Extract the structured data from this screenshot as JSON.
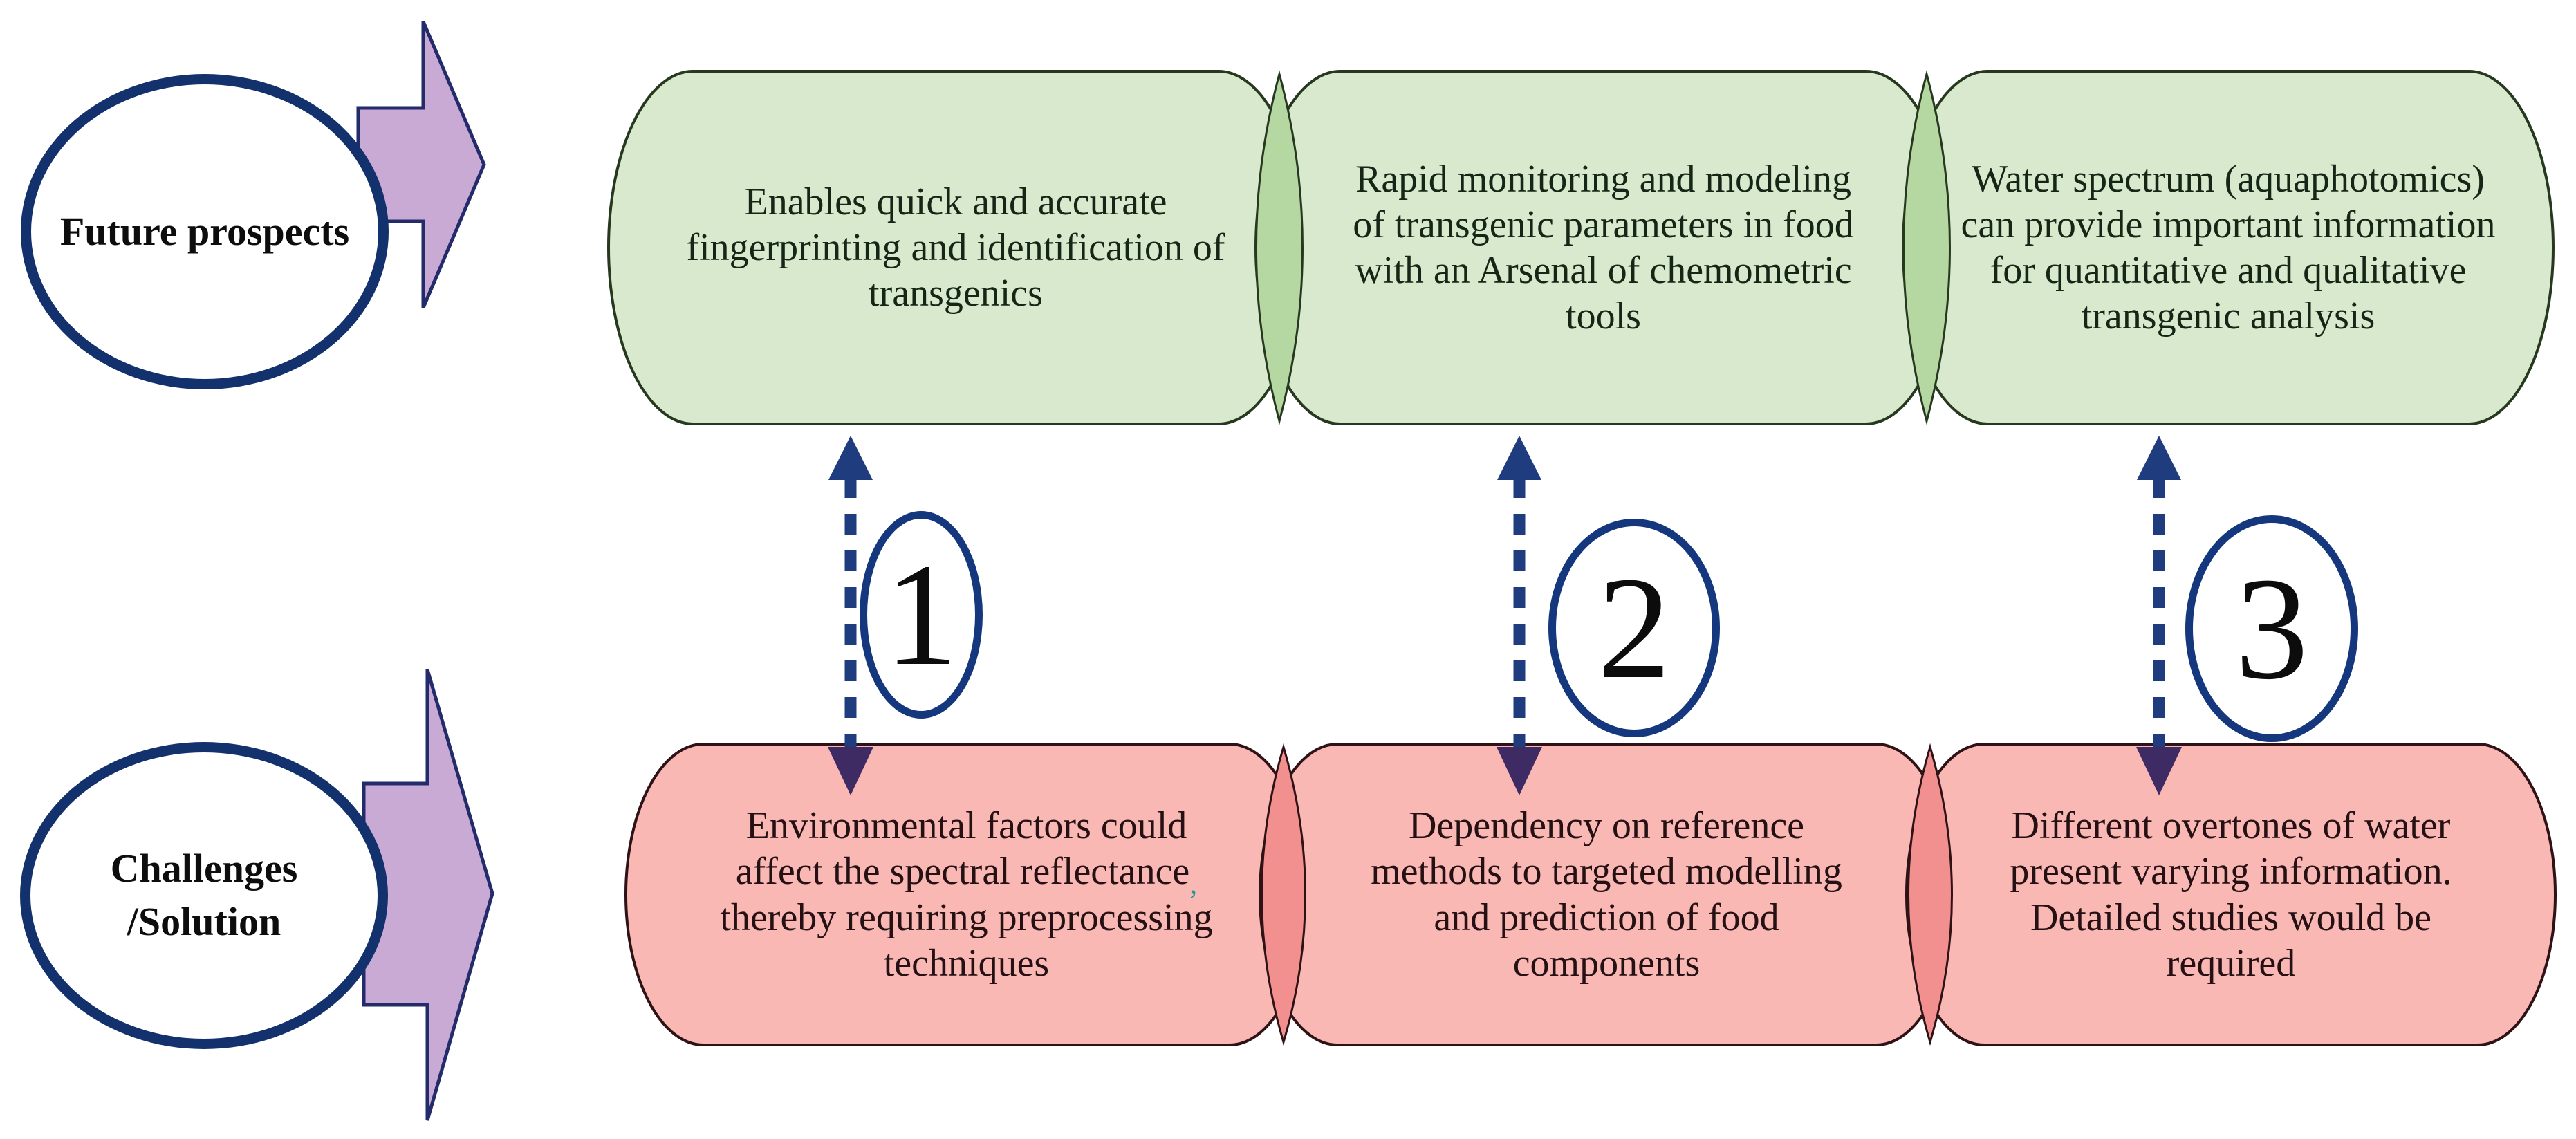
{
  "row_labels": {
    "future": "Future prospects",
    "challenges": "Challenges /Solution"
  },
  "future_prospects": [
    "Enables quick and accurate fingerprinting and identification of transgenics",
    "Rapid monitoring and modeling of transgenic parameters in food with an Arsenal of chemometric tools",
    "Water spectrum (aquaphotomics) can provide important information for quantitative and qualitative transgenic analysis"
  ],
  "challenges": [
    {
      "before": "Environmental factors could affect the spectral reflectance",
      "mark": ",",
      "after": " thereby requiring preprocessing techniques"
    },
    {
      "text": "Dependency on reference methods to targeted modelling and prediction of food components"
    },
    {
      "text": "Different overtones of water present varying information. Detailed studies would be required"
    }
  ],
  "connector_numbers": [
    "1",
    "2",
    "3"
  ],
  "colors": {
    "green_box_fill": "#d8e9ce",
    "green_overlap_fill": "#b5d8a2",
    "green_box_border": "#26391f",
    "red_box_fill": "#f9b8b4",
    "red_overlap_fill": "#f1908e",
    "red_box_border": "#2e1216",
    "purple_arrow_fill": "#c9aad5",
    "purple_arrow_border": "#232b6b",
    "ellipse_border": "#13316d",
    "dashed_connector": "#1e3c7e",
    "bottom_arrowhead": "#3e2b63",
    "number_circle_border": "#14377d",
    "teal_mark": "#1b9a93"
  }
}
